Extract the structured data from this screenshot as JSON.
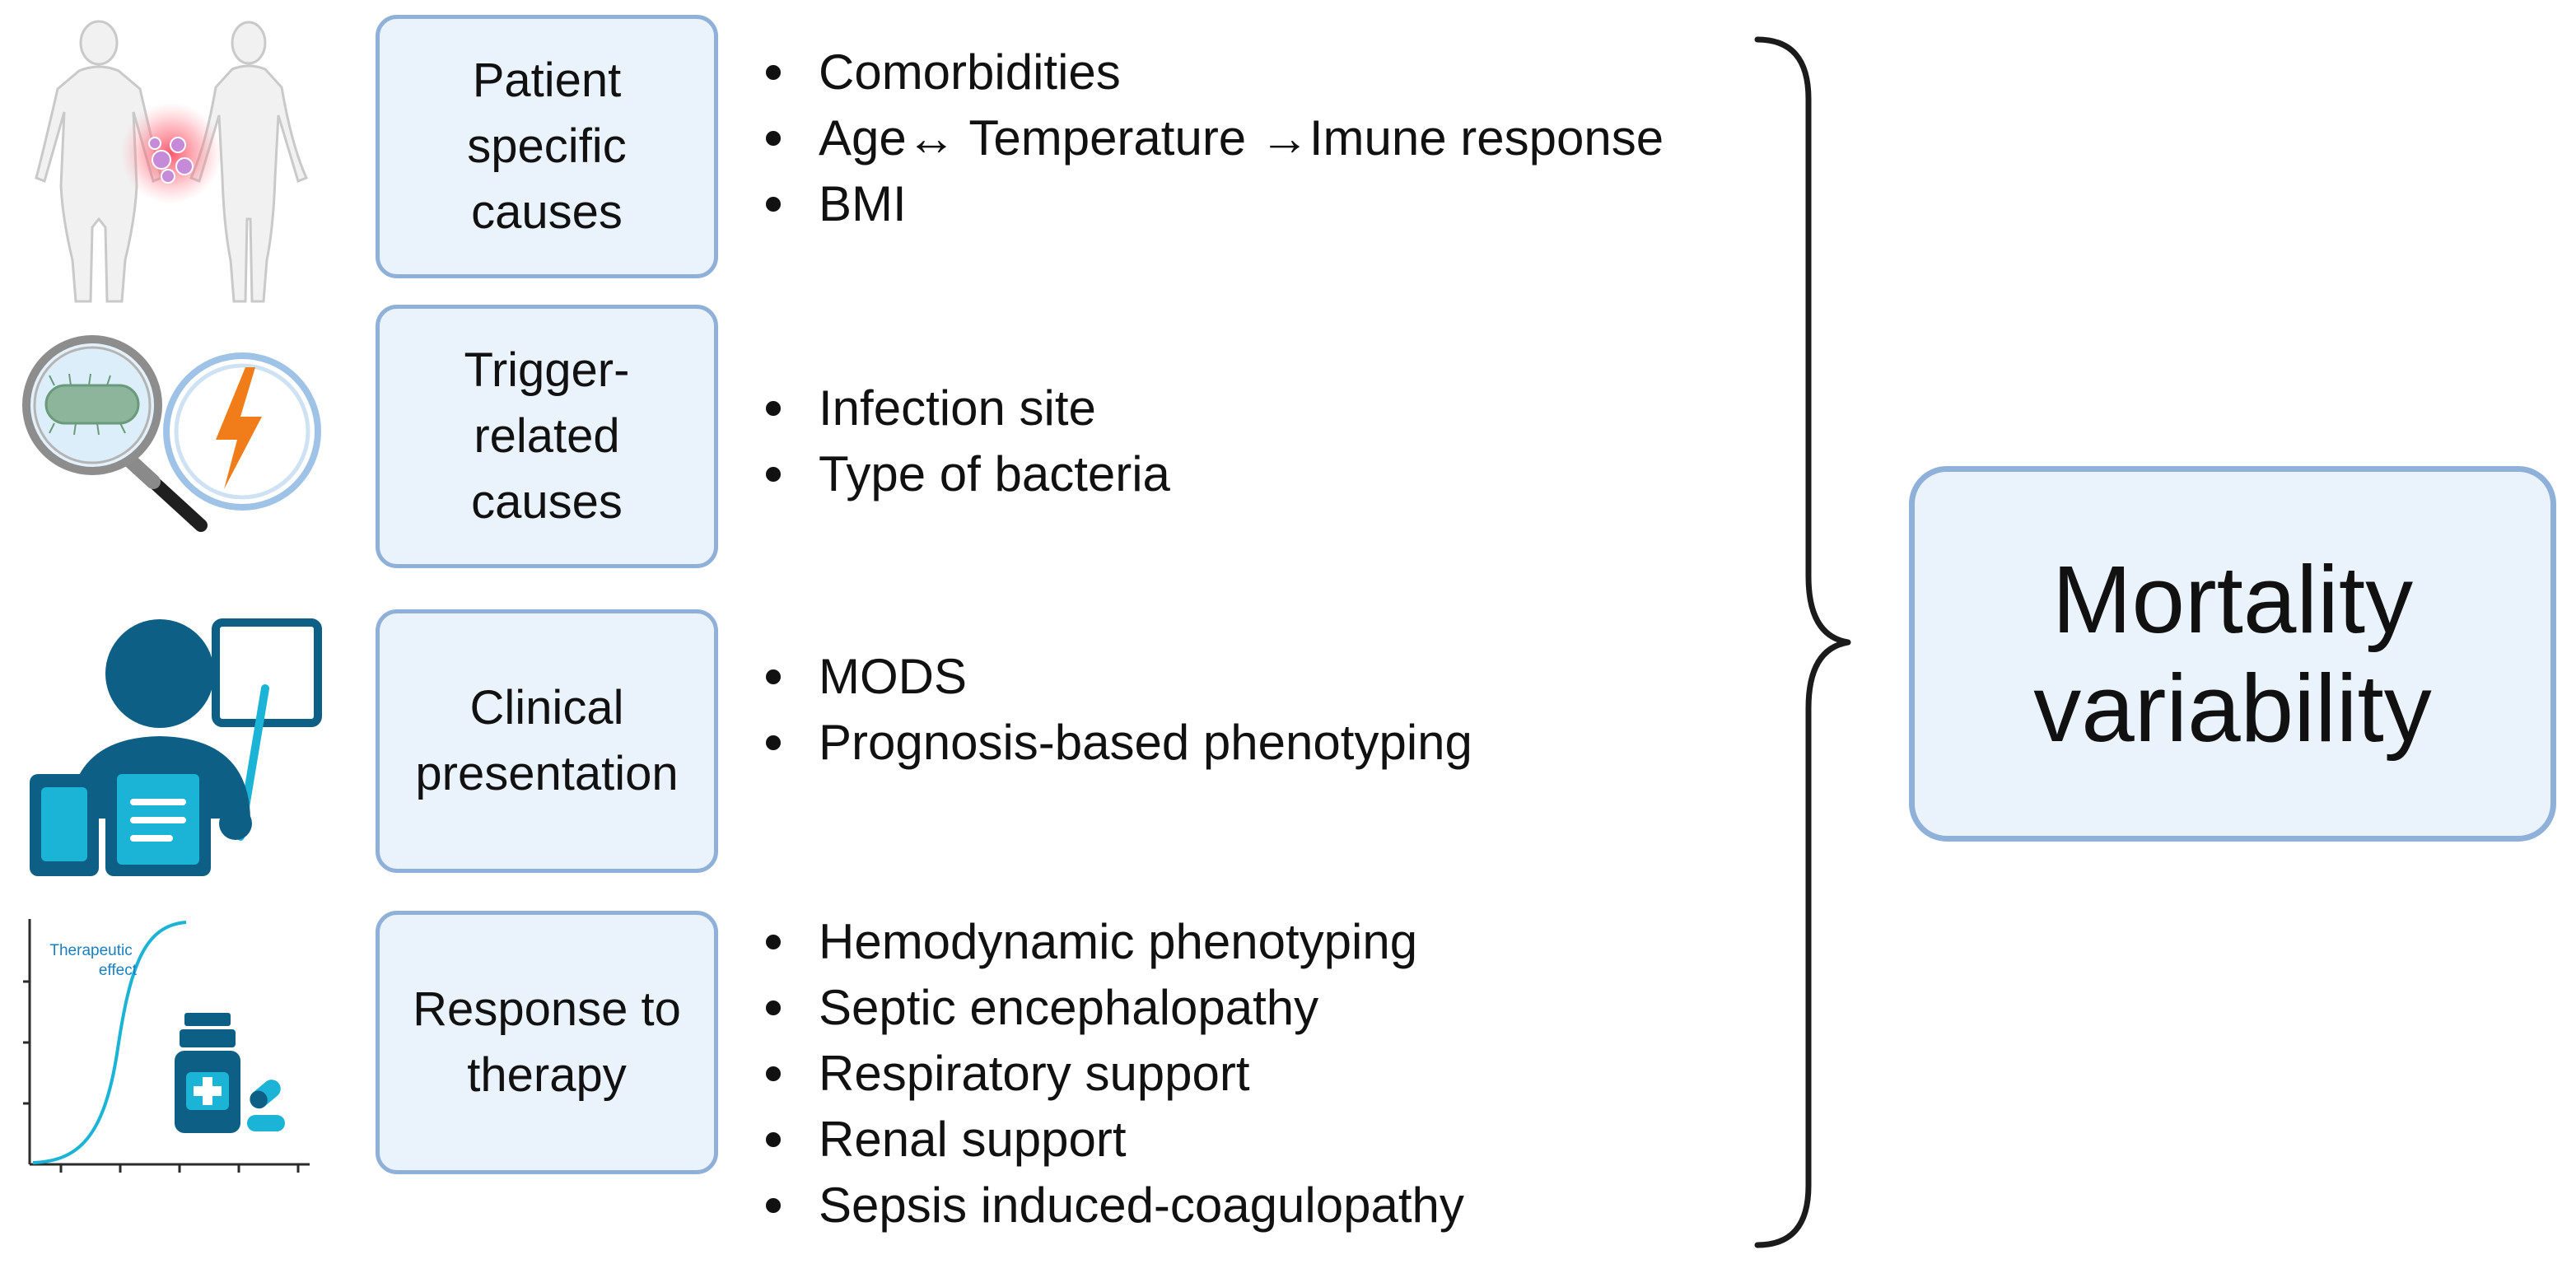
{
  "categories": [
    {
      "label": "Patient\nspecific\ncauses",
      "icon": "body-silhouette-icon",
      "items": [
        "Comorbidities",
        "Age↔ Temperature →Imune response",
        "BMI"
      ]
    },
    {
      "label": "Trigger-\nrelated\ncauses",
      "icon": "magnifier-bacteria-icon",
      "items": [
        "Infection site",
        "Type of bacteria"
      ]
    },
    {
      "label": "Clinical\npresentation",
      "icon": "clinician-presentation-icon",
      "items": [
        "MODS",
        "Prognosis-based phenotyping"
      ]
    },
    {
      "label": "Response to\ntherapy",
      "icon": "dose-response-medication-icon",
      "items": [
        "Hemodynamic phenotyping",
        "Septic encephalopathy",
        "Respiratory support",
        "Renal support",
        "Sepsis induced-coagulopathy"
      ]
    }
  ],
  "therapy_curve_label": "Therapeutic\neffect",
  "outcome": {
    "label": "Mortality\nvariability"
  },
  "colors": {
    "box_fill": "#eaf3fc",
    "box_border": "#8fb0d8",
    "icon_teal": "#0e5f86",
    "icon_cyan": "#1bb3d6",
    "lightning": "#f07d1a",
    "inflammation": "#ff5c6c"
  }
}
